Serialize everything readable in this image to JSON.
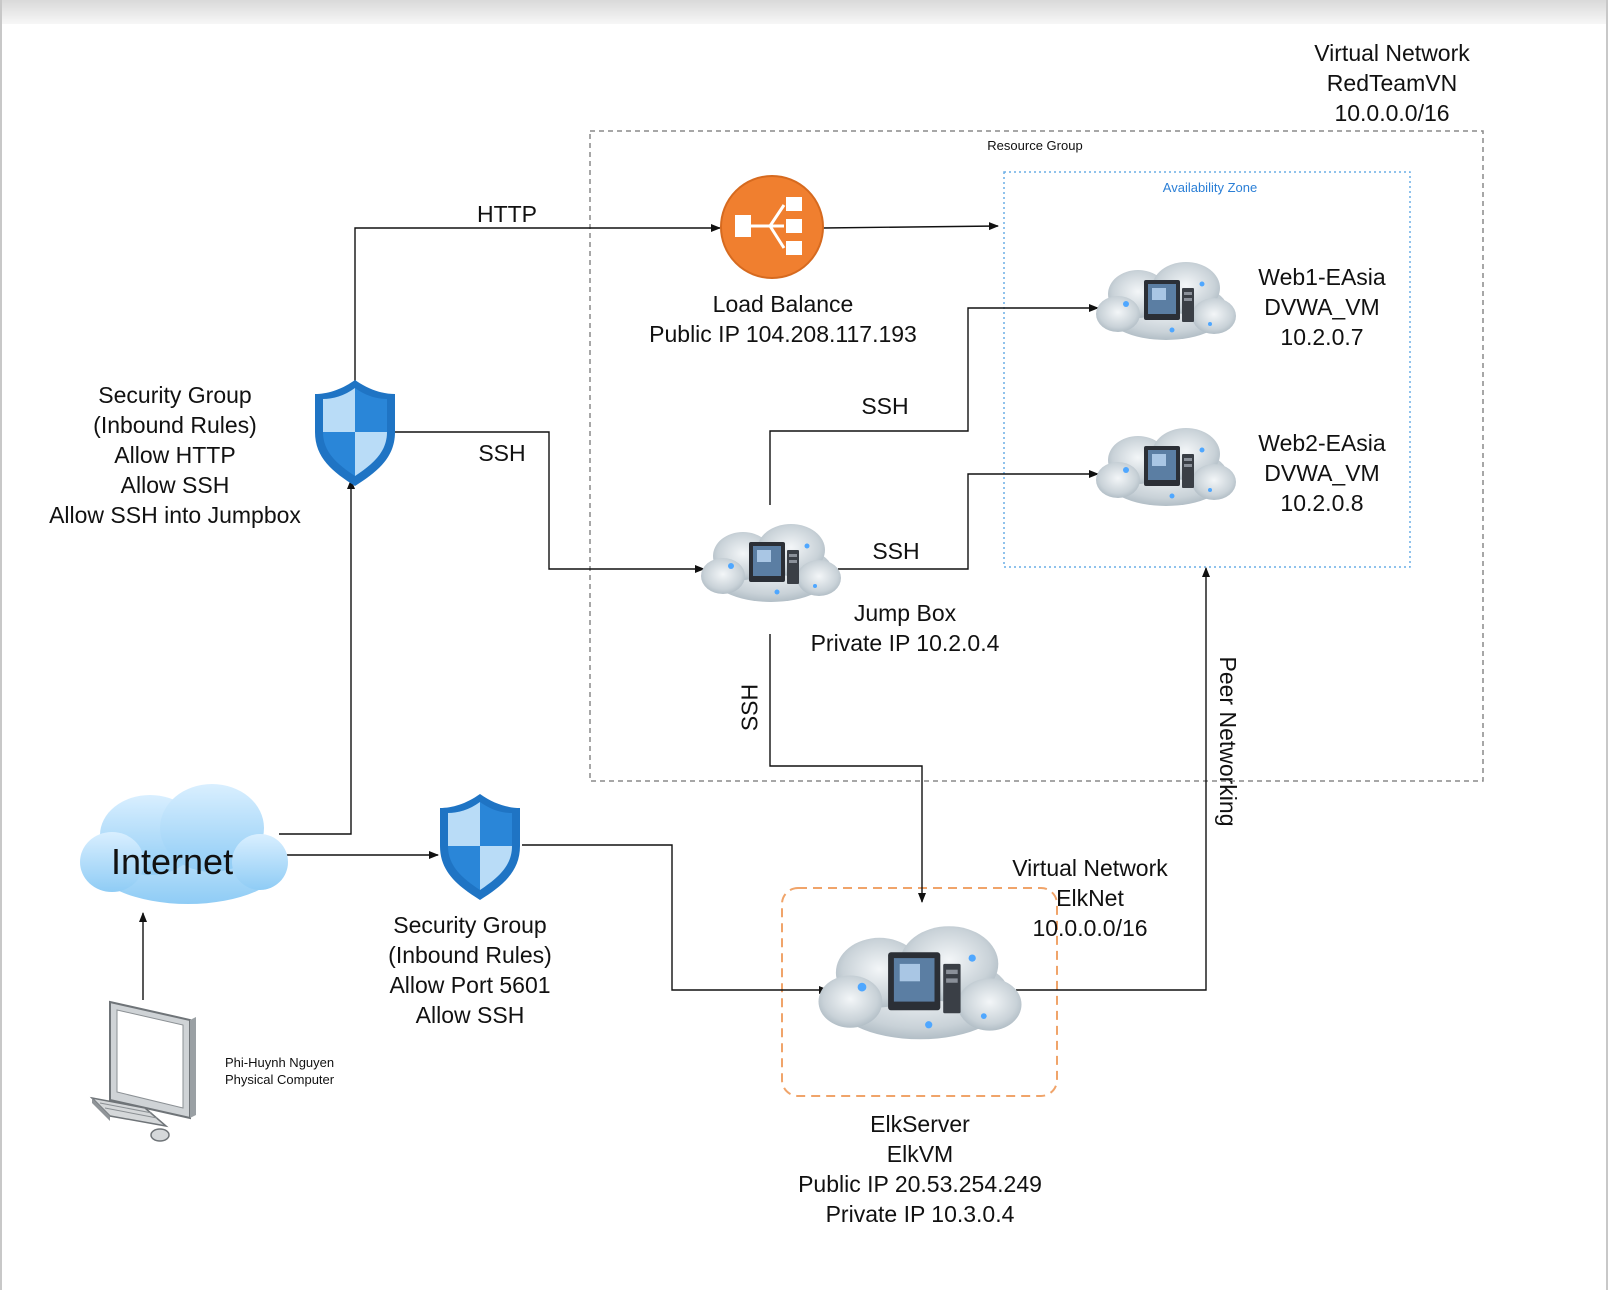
{
  "vnet_red": {
    "line1": "Virtual Network",
    "line2": "RedTeamVN",
    "line3": "10.0.0.0/16"
  },
  "resource_group": {
    "label": "Resource Group"
  },
  "availability_zone": {
    "label": "Availability Zone"
  },
  "load_balancer": {
    "line1": "Load Balance",
    "line2": "Public IP 104.208.117.193"
  },
  "web1": {
    "line1": "Web1-EAsia",
    "line2": "DVWA_VM",
    "line3": "10.2.0.7"
  },
  "web2": {
    "line1": "Web2-EAsia",
    "line2": "DVWA_VM",
    "line3": "10.2.0.8"
  },
  "jumpbox": {
    "line1": "Jump Box",
    "line2": "Private IP 10.2.0.4"
  },
  "sg_top": {
    "line1": "Security Group",
    "line2": "(Inbound Rules)",
    "line3": "Allow HTTP",
    "line4": "Allow SSH",
    "line5": "Allow SSH into Jumpbox"
  },
  "sg_bottom": {
    "line1": "Security Group",
    "line2": "(Inbound Rules)",
    "line3": "Allow Port 5601",
    "line4": "Allow SSH"
  },
  "internet": {
    "label": "Internet"
  },
  "computer": {
    "line1": "Phi-Huynh Nguyen",
    "line2": "Physical Computer"
  },
  "vnet_elk": {
    "line1": "Virtual Network",
    "line2": "ElkNet",
    "line3": "10.0.0.0/16"
  },
  "elk": {
    "line1": "ElkServer",
    "line2": "ElkVM",
    "line3": "Public IP 20.53.254.249",
    "line4": "Private IP 10.3.0.4"
  },
  "edges": {
    "http": "HTTP",
    "ssh_sg_jump": "SSH",
    "ssh_jump_web1": "SSH",
    "ssh_jump_web2": "SSH",
    "ssh_jump_elk": "SSH",
    "peer": "Peer Networking"
  },
  "colors": {
    "accent_orange": "#f07f2f",
    "shield_blue": "#1f74c4",
    "zone_blue": "#6aaee6",
    "cloud_blue": "#a8d6f7"
  }
}
